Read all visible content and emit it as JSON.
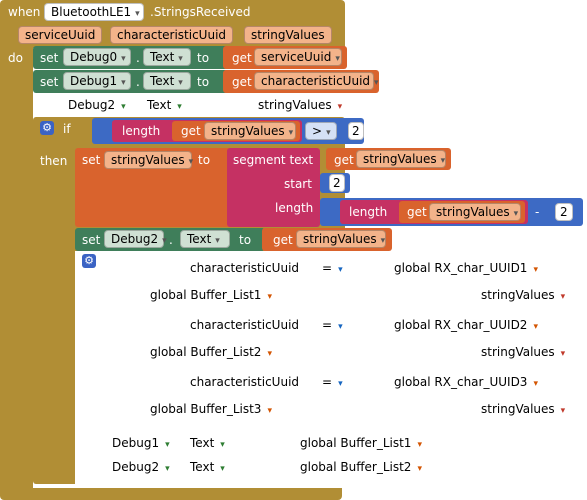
{
  "event": {
    "when": "when",
    "component": "BluetoothLE1",
    "event_name": ".StringsReceived",
    "params": [
      "serviceUuid",
      "characteristicUuid",
      "stringValues"
    ],
    "do": "do"
  },
  "rows": {
    "set1": {
      "set": "set",
      "component": "Debug0",
      "dot": ".",
      "prop": "Text",
      "to": "to",
      "get": "get",
      "var": "serviceUuid"
    },
    "set2": {
      "set": "set",
      "component": "Debug1",
      "dot": ".",
      "prop": "Text",
      "to": "to",
      "get": "get",
      "var": "characteristicUuid"
    },
    "set3": {
      "component": "Debug2",
      "prop": "Text",
      "var": "stringValues"
    }
  },
  "if_block": {
    "if": "if",
    "length": "length",
    "get": "get",
    "var": "stringValues",
    "op": ">",
    "num": "2",
    "then": "then"
  },
  "set_string": {
    "set": "set",
    "var": "stringValues",
    "to": "to",
    "segment": "segment text",
    "get": "get",
    "seg_var": "stringValues",
    "start_label": "start",
    "start_num": "2",
    "length_label": "length",
    "length": "length",
    "len_get": "get",
    "len_var": "stringValues",
    "minus": "-",
    "minus_num": "2"
  },
  "set_debug2": {
    "set": "set",
    "component": "Debug2",
    "dot": ".",
    "prop": "Text",
    "to": "to",
    "get": "get",
    "var": "stringValues"
  },
  "disabled": {
    "cmp1": {
      "left": "characteristicUuid",
      "op": "=",
      "right": "global RX_char_UUID1"
    },
    "set1": {
      "target": "global Buffer_List1",
      "value": "stringValues"
    },
    "cmp2": {
      "left": "characteristicUuid",
      "op": "=",
      "right": "global RX_char_UUID2"
    },
    "set2": {
      "target": "global Buffer_List2",
      "value": "stringValues"
    },
    "cmp3": {
      "left": "characteristicUuid",
      "op": "=",
      "right": "global RX_char_UUID3"
    },
    "set3": {
      "target": "global Buffer_List3",
      "value": "stringValues"
    },
    "final1": {
      "component": "Debug1",
      "prop": "Text",
      "value": "global Buffer_List1"
    },
    "final2": {
      "component": "Debug2",
      "prop": "Text",
      "value": "global Buffer_List2"
    }
  },
  "colors": {
    "event": "#b18e35",
    "green": "#3f7e5a",
    "orange": "#d9632d",
    "blue": "#3d6ac4",
    "magenta": "#c53163",
    "white": "#ffffff"
  }
}
